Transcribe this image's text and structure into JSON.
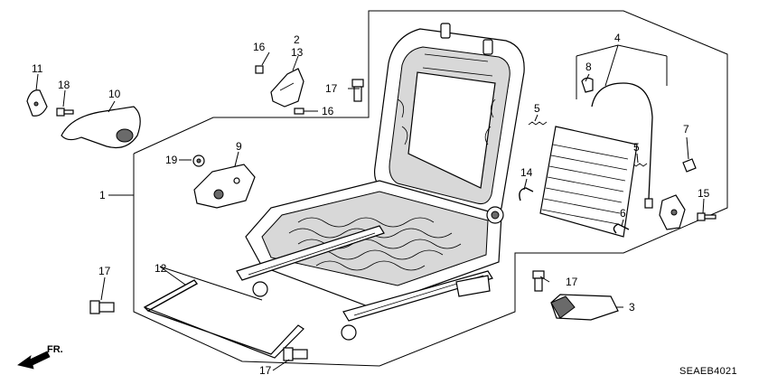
{
  "diagram": {
    "code": "SEAEB4021",
    "direction_label": "FR.",
    "callouts": [
      {
        "id": "c1",
        "text": "1"
      },
      {
        "id": "c2",
        "text": "2"
      },
      {
        "id": "c3",
        "text": "3"
      },
      {
        "id": "c4",
        "text": "4"
      },
      {
        "id": "c5a",
        "text": "5"
      },
      {
        "id": "c5b",
        "text": "5"
      },
      {
        "id": "c6",
        "text": "6"
      },
      {
        "id": "c7",
        "text": "7"
      },
      {
        "id": "c8",
        "text": "8"
      },
      {
        "id": "c9",
        "text": "9"
      },
      {
        "id": "c10",
        "text": "10"
      },
      {
        "id": "c11",
        "text": "11"
      },
      {
        "id": "c12",
        "text": "12"
      },
      {
        "id": "c13",
        "text": "13"
      },
      {
        "id": "c14",
        "text": "14"
      },
      {
        "id": "c15",
        "text": "15"
      },
      {
        "id": "c16a",
        "text": "16"
      },
      {
        "id": "c16b",
        "text": "16"
      },
      {
        "id": "c17a",
        "text": "17"
      },
      {
        "id": "c17b",
        "text": "17"
      },
      {
        "id": "c17c",
        "text": "17"
      },
      {
        "id": "c17d",
        "text": "17"
      },
      {
        "id": "c18",
        "text": "18"
      },
      {
        "id": "c19",
        "text": "19"
      }
    ]
  }
}
